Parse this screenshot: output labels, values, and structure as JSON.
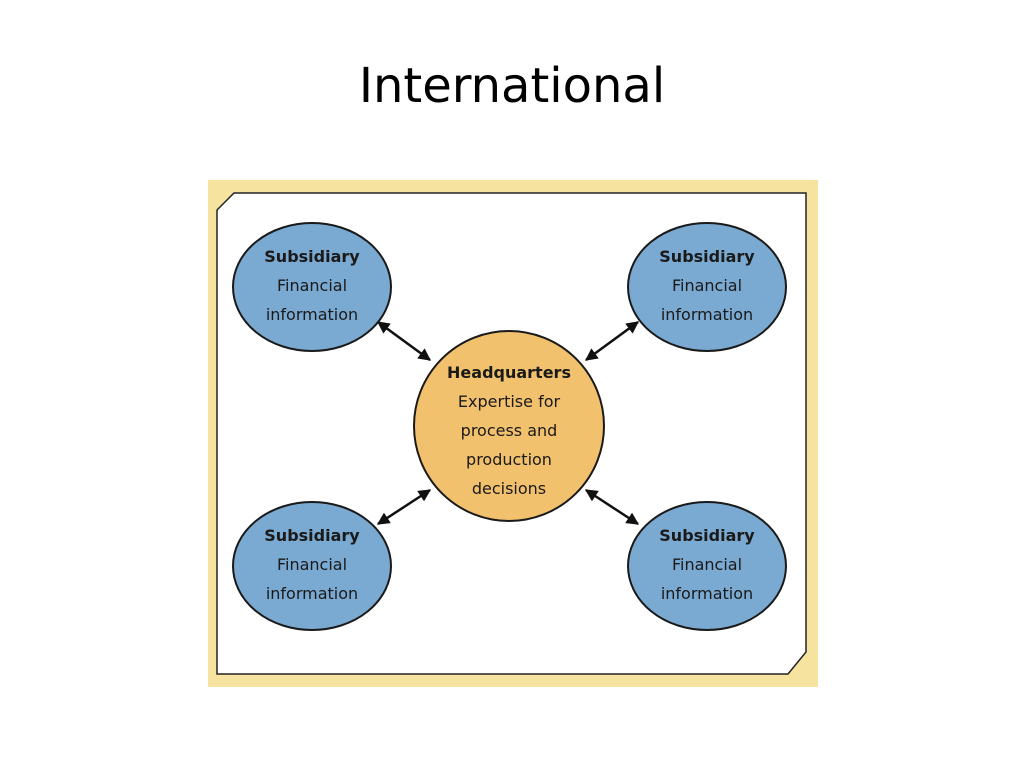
{
  "slide": {
    "title": "International"
  },
  "colors": {
    "frame_outer": "#f6e39f",
    "frame_inner": "#ffffff",
    "frame_stroke": "#222222",
    "subsidiary_fill": "#7aa9d1",
    "hq_fill": "#f2c16e",
    "node_stroke": "#1a1a1a",
    "arrow": "#111111"
  },
  "diagram": {
    "headquarters": {
      "title": "Headquarters",
      "lines": [
        "Expertise for",
        "process and",
        "production",
        "decisions"
      ]
    },
    "subsidiaries": [
      {
        "id": "top-left",
        "title": "Subsidiary",
        "lines": [
          "Financial",
          "information"
        ]
      },
      {
        "id": "top-right",
        "title": "Subsidiary",
        "lines": [
          "Financial",
          "information"
        ]
      },
      {
        "id": "bottom-left",
        "title": "Subsidiary",
        "lines": [
          "Financial",
          "information"
        ]
      },
      {
        "id": "bottom-right",
        "title": "Subsidiary",
        "lines": [
          "Financial",
          "information"
        ]
      }
    ],
    "connections": [
      {
        "from": "top-left",
        "to": "headquarters",
        "direction": "both"
      },
      {
        "from": "top-right",
        "to": "headquarters",
        "direction": "both"
      },
      {
        "from": "bottom-left",
        "to": "headquarters",
        "direction": "both"
      },
      {
        "from": "bottom-right",
        "to": "headquarters",
        "direction": "both"
      }
    ]
  }
}
